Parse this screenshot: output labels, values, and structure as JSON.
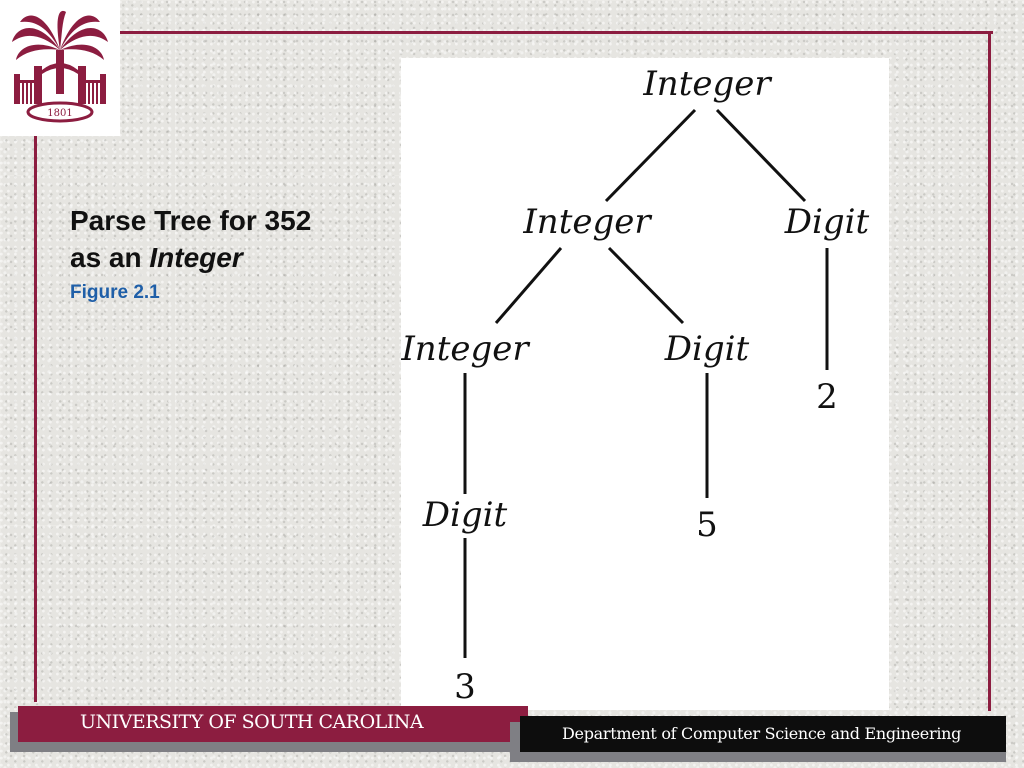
{
  "slide": {
    "title_line1": "Parse Tree for 352",
    "title_line2_prefix": "as an",
    "title_line2_emphasis": "Integer",
    "subtitle": "Figure 2.1"
  },
  "logo": {
    "year": "1801"
  },
  "tree": {
    "root": "Integer",
    "level1_left": "Integer",
    "level1_right": "Digit",
    "level2_left": "Integer",
    "level2_right": "Digit",
    "leaf_two": "2",
    "level3_digit": "Digit",
    "leaf_five": "5",
    "leaf_three": "3"
  },
  "footer": {
    "university": "UNIVERSITY OF SOUTH CAROLINA",
    "department": "Department of Computer Science and Engineering"
  },
  "colors": {
    "garnet": "#8c1d40",
    "subtitle_blue": "#1f5fa8",
    "footer_dark": "#0d0d0d"
  }
}
